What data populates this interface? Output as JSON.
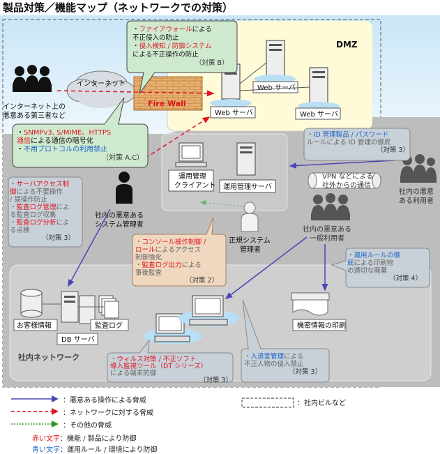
{
  "title": "製品対策／機能マップ（ネットワークでの対策）",
  "zones": {
    "dmz": "DMZ",
    "internal_network": "社内ネットワーク",
    "internet": "インターネット",
    "firewall": "Fire Wall"
  },
  "actors": {
    "external_attacker": [
      "インターネット上の",
      "悪意ある第三者など"
    ],
    "malicious_admin": [
      "社内の悪意ある",
      "システム管理者"
    ],
    "malicious_user": [
      "社内の悪意ある",
      "一般利用者"
    ],
    "malicious_remote_user": [
      "社内の悪意",
      "ある利用者"
    ],
    "legit_admin": [
      "正規システム",
      "管理者"
    ]
  },
  "devices": {
    "web_server_1": "Web サーバ",
    "web_server_2": "Web サーバ",
    "web_server_3": "Web サーバ",
    "mgmt_client": [
      "運用管理",
      "クライアント"
    ],
    "mgmt_server": "運用管理サーバ",
    "customer_info": "お客様情報",
    "db_server": "DB サーバ",
    "audit_log": "監査ログ",
    "print_confidential": "機密情報の印刷",
    "vpn": [
      "VPN などによる",
      "社外からの通信"
    ]
  },
  "callouts": {
    "fw": {
      "lines": [
        [
          {
            "t": "・",
            "c": "black"
          },
          {
            "t": "ファイアウォール",
            "c": "red"
          },
          {
            "t": "による",
            "c": "black"
          }
        ],
        [
          {
            "t": "不正侵入の防止",
            "c": "black"
          }
        ],
        [
          {
            "t": "・",
            "c": "black"
          },
          {
            "t": "侵入検知 / 防御システム",
            "c": "red"
          }
        ],
        [
          {
            "t": "による不正操作の防止",
            "c": "black"
          }
        ]
      ],
      "tag": "（対策 B）"
    },
    "comm": {
      "lines": [
        [
          {
            "t": "・",
            "c": "black"
          },
          {
            "t": "SNMPv3, S/MIME、HTTPS",
            "c": "red"
          }
        ],
        [
          {
            "t": "通信",
            "c": "red"
          },
          {
            "t": "による通信の暗号化",
            "c": "black"
          }
        ],
        [
          {
            "t": "・",
            "c": "black"
          },
          {
            "t": "不用プロトコルの利用禁止",
            "c": "blue"
          }
        ]
      ],
      "tag": "（対策 A,C）"
    },
    "access": {
      "lines": [
        [
          {
            "t": "・",
            "c": "gray"
          },
          {
            "t": "サーバアクセス制",
            "c": "red"
          }
        ],
        [
          {
            "t": "御",
            "c": "red"
          },
          {
            "t": "による不要操作",
            "c": "gray"
          }
        ],
        [
          {
            "t": "/ 誤操作防止",
            "c": "gray"
          }
        ],
        [
          {
            "t": "・",
            "c": "gray"
          },
          {
            "t": "監査ログ管理",
            "c": "red"
          },
          {
            "t": "によ",
            "c": "gray"
          }
        ],
        [
          {
            "t": "る監査ログ収集",
            "c": "gray"
          }
        ],
        [
          {
            "t": "・",
            "c": "gray"
          },
          {
            "t": "監査ログ分析",
            "c": "red"
          },
          {
            "t": "によ",
            "c": "gray"
          }
        ],
        [
          {
            "t": "る点検",
            "c": "gray"
          }
        ]
      ],
      "tag": "（対策 3）"
    },
    "idmgmt": {
      "lines": [
        [
          {
            "t": "・",
            "c": "gray"
          },
          {
            "t": "ID 管理製品 / パスワード",
            "c": "blue"
          }
        ],
        [
          {
            "t": "ルールによる ID 管理の徹底",
            "c": "gray"
          }
        ]
      ],
      "tag": "（対策 3）"
    },
    "console": {
      "lines": [
        [
          {
            "t": "・",
            "c": "gray"
          },
          {
            "t": "コンソール操作制御 /",
            "c": "red"
          }
        ],
        [
          {
            "t": "ロール",
            "c": "red"
          },
          {
            "t": "によるアクセス",
            "c": "gray"
          }
        ],
        [
          {
            "t": "制御強化",
            "c": "gray"
          }
        ],
        [
          {
            "t": "・",
            "c": "gray"
          },
          {
            "t": "監査ログ出力",
            "c": "red"
          },
          {
            "t": "による",
            "c": "gray"
          }
        ],
        [
          {
            "t": "事後監査",
            "c": "gray"
          }
        ]
      ],
      "tag": "（対策 2）"
    },
    "print": {
      "lines": [
        [
          {
            "t": "・",
            "c": "gray"
          },
          {
            "t": "運用ルールの徹",
            "c": "blue"
          }
        ],
        [
          {
            "t": "底",
            "c": "blue"
          },
          {
            "t": "による印刷物",
            "c": "gray"
          }
        ],
        [
          {
            "t": "の適切な廃棄",
            "c": "gray"
          }
        ]
      ],
      "tag": "（対策 4）"
    },
    "virus": {
      "lines": [
        [
          {
            "t": "・",
            "c": "gray"
          },
          {
            "t": "ウィルス対策 / 不正ソフト",
            "c": "red"
          }
        ],
        [
          {
            "t": "導入監視ツール（DT シリーズ）",
            "c": "red"
          }
        ],
        [
          {
            "t": "による端末防御",
            "c": "gray"
          }
        ]
      ],
      "tag": "（対策 3）"
    },
    "room": {
      "lines": [
        [
          {
            "t": "・",
            "c": "gray"
          },
          {
            "t": "入退室管理",
            "c": "blue"
          },
          {
            "t": "による",
            "c": "gray"
          }
        ],
        [
          {
            "t": "不正人物の侵入禁止",
            "c": "gray"
          }
        ]
      ],
      "tag": "（対策 3）"
    }
  },
  "legend": {
    "malicious_op": "：悪意ある操作による脅威",
    "network_threat": "：ネットワークに対する脅威",
    "other_threat": "：その他の脅威",
    "building": "：社内ビルなど",
    "red_label": "赤い文字",
    "red_desc": "：機能 / 製品により防御",
    "blue_label": "青い文字",
    "blue_desc": "：運用ルール / 環境により防御"
  },
  "colors": {
    "red": "#e0141e",
    "blue": "#1e66c8",
    "callout_green": "#cfe9cf",
    "callout_blue_gray": "#c8d2dc",
    "callout_tan": "#f0d8c0",
    "arrow_blue": "#4040b0",
    "arrow_red": "#e0141e",
    "arrow_green": "#2a9a2a"
  }
}
